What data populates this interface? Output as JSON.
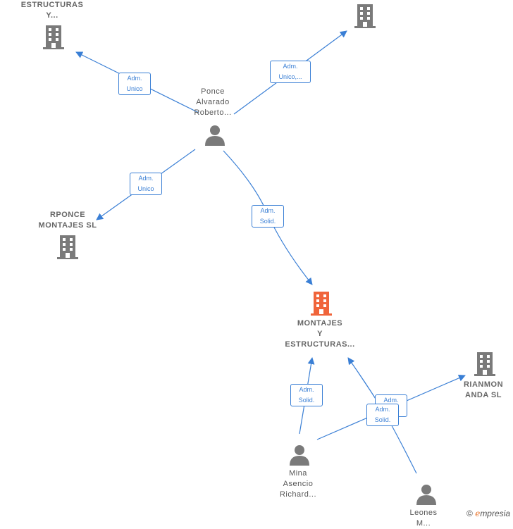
{
  "colors": {
    "edge": "#3a7fd5",
    "building": "#7a7a7a",
    "building_main": "#f0643a",
    "person": "#7a7a7a"
  },
  "nodes": {
    "estructuras_y": {
      "line1": "ESTRUCTURAS",
      "line2": "Y..."
    },
    "top_right_building": {},
    "ponce": {
      "line1": "Ponce",
      "line2": "Alvarado",
      "line3": "Roberto..."
    },
    "rponce": {
      "line1": "RPONCE",
      "line2": "MONTAJES  SL"
    },
    "montajes": {
      "line1": "MONTAJES",
      "line2": "Y",
      "line3": "ESTRUCTURAS..."
    },
    "rianmon": {
      "line1": "RIANMON",
      "line2": "ANDA  SL"
    },
    "mina": {
      "line1": "Mina",
      "line2": "Asencio",
      "line3": "Richard..."
    },
    "leones": {
      "line1": "Leones",
      "line2": "M..."
    }
  },
  "edges": {
    "e1": {
      "l1": "Adm.",
      "l2": "Unico"
    },
    "e2": {
      "l1": "Adm.",
      "l2": "Unico,..."
    },
    "e3": {
      "l1": "Adm.",
      "l2": "Unico"
    },
    "e4": {
      "l1": "Adm.",
      "l2": "Solid."
    },
    "e5": {
      "l1": "Adm.",
      "l2": "Solid."
    },
    "e6": {
      "l1": "Adm.",
      "l2": "Unico"
    },
    "e7": {
      "l1": "Adm.",
      "l2": "Solid."
    }
  },
  "brand": {
    "copyright": "©",
    "name_first": "e",
    "name_rest": "mpresia"
  }
}
